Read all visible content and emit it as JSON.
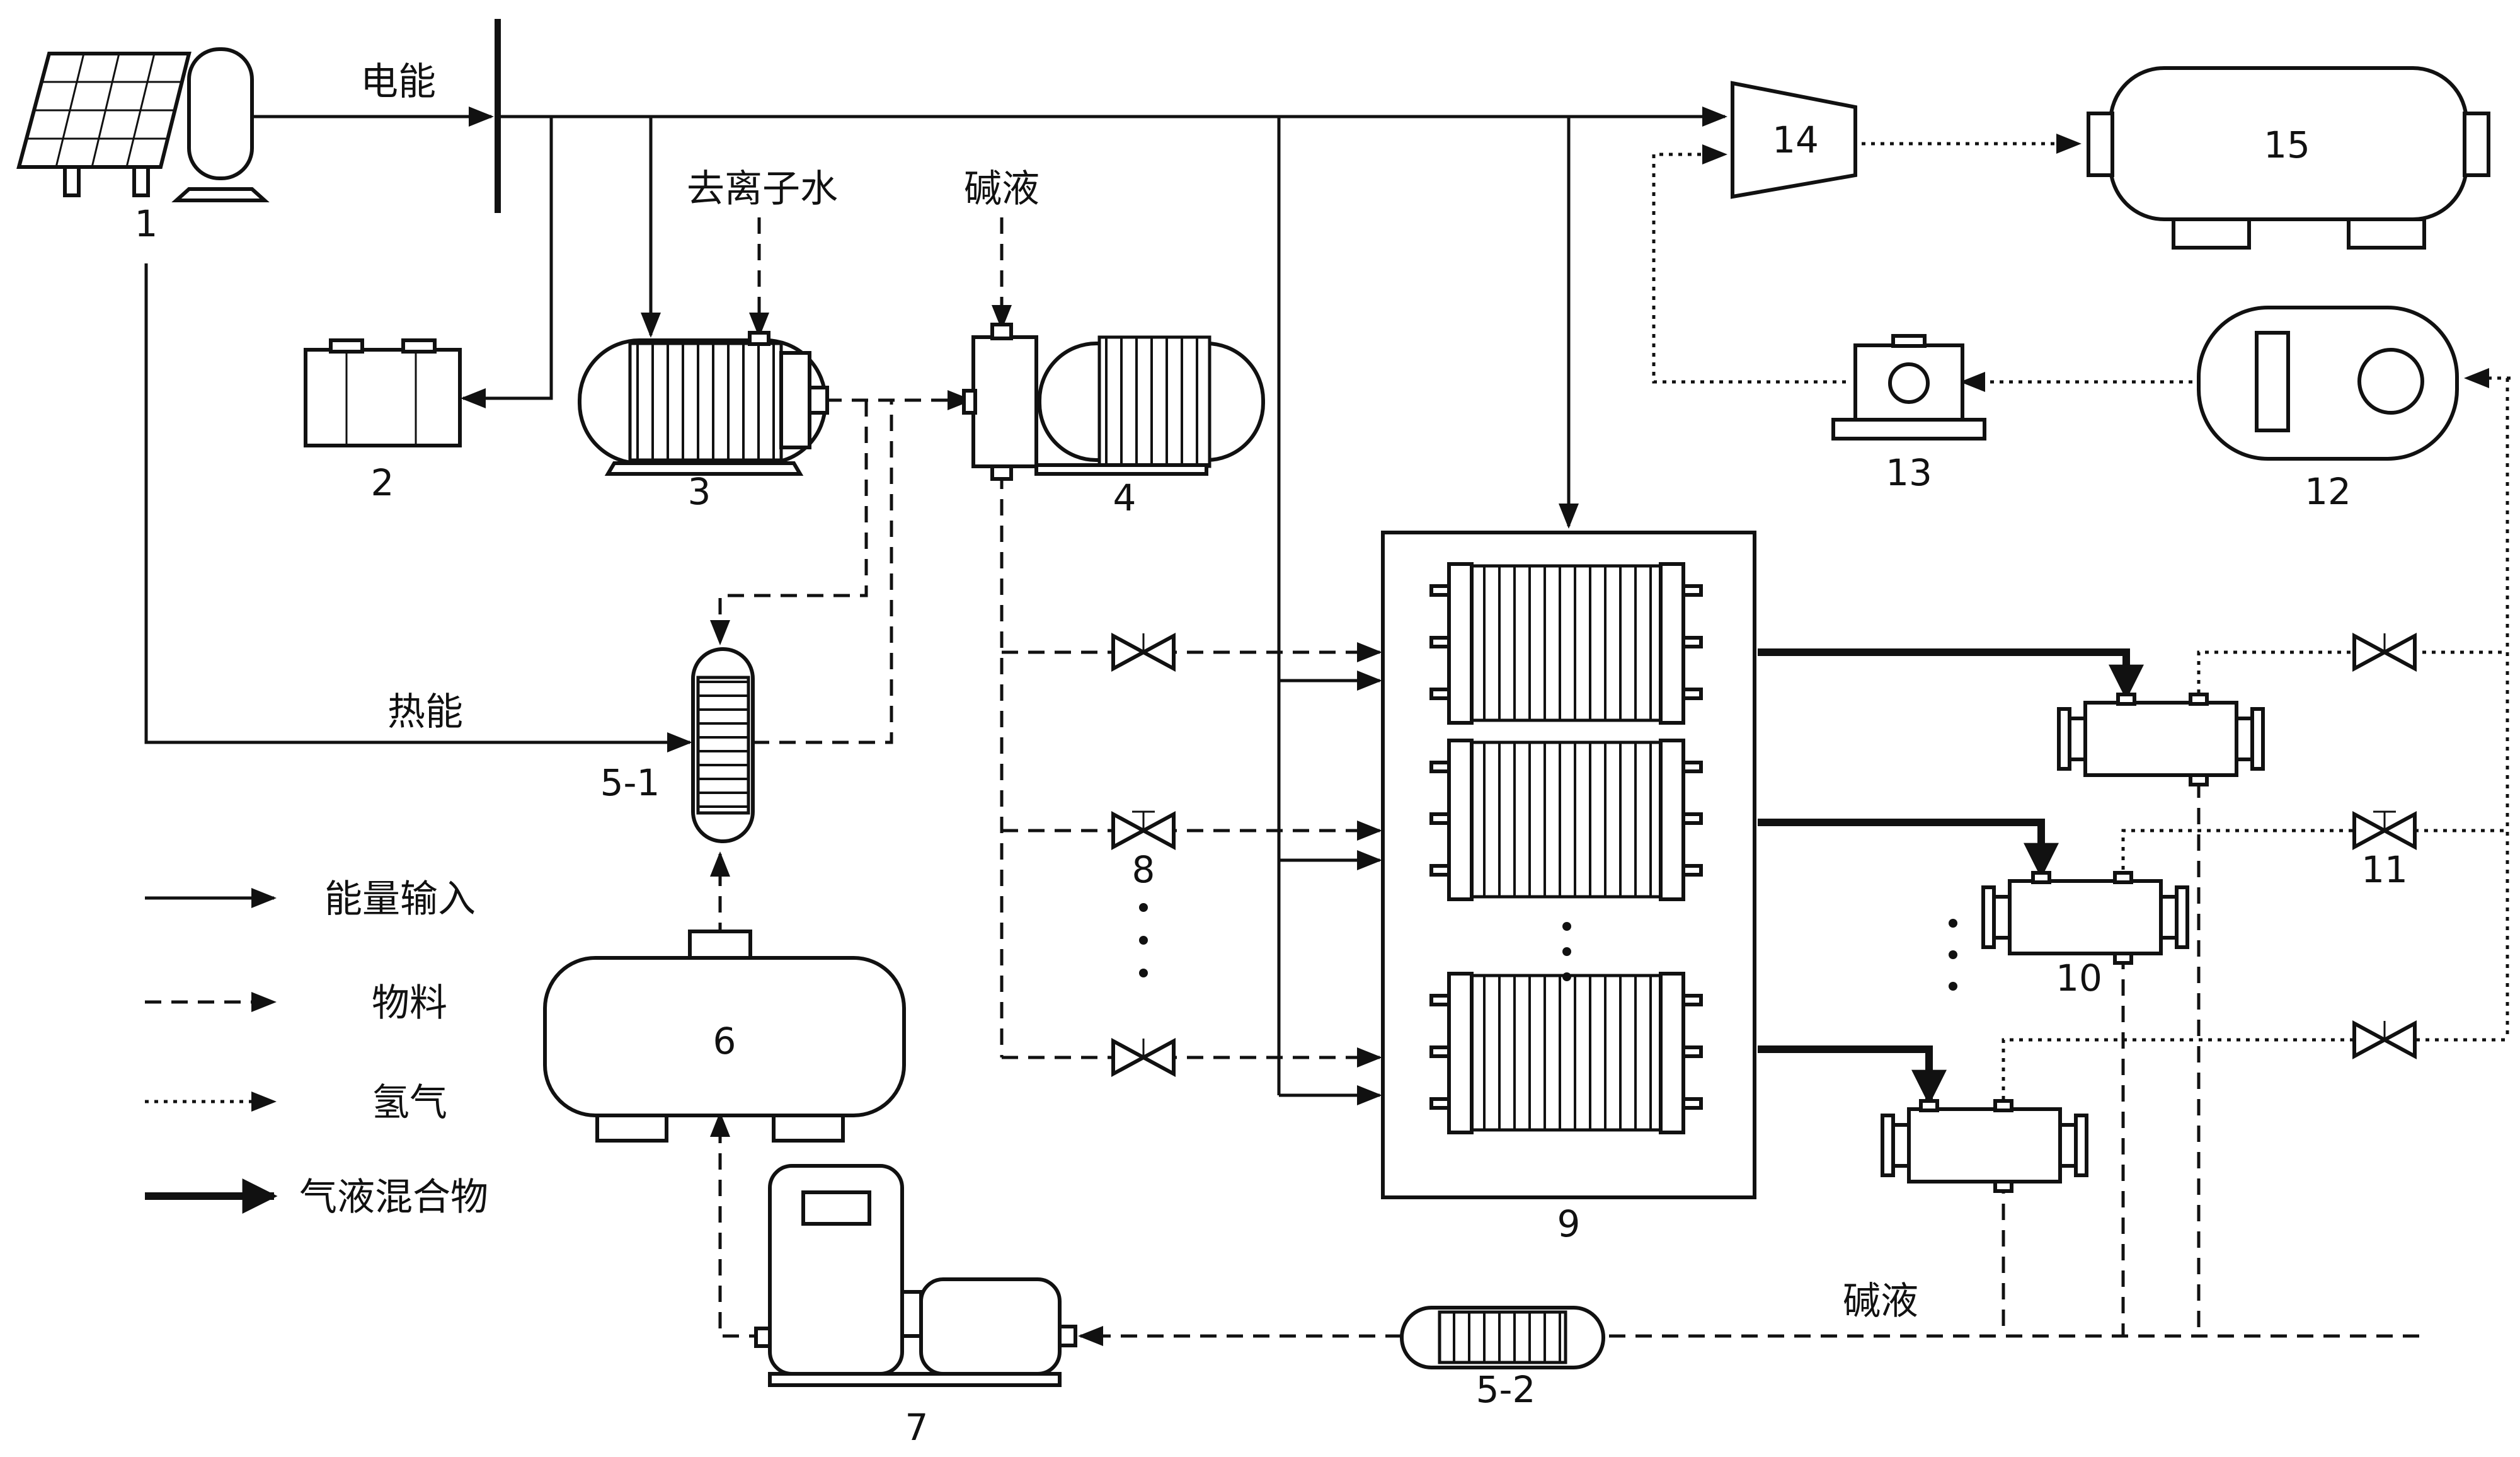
{
  "labels": {
    "electric_energy": "电能",
    "thermal_energy": "热能",
    "deionized_water": "去离子水",
    "alkali_in": "碱液",
    "alkali_return": "碱液"
  },
  "numbers": {
    "n1": "1",
    "n2": "2",
    "n3": "3",
    "n4": "4",
    "n5_1": "5-1",
    "n5_2": "5-2",
    "n6": "6",
    "n7": "7",
    "n8": "8",
    "n9": "9",
    "n10": "10",
    "n11": "11",
    "n12": "12",
    "n13": "13",
    "n14": "14",
    "n15": "15"
  },
  "legend": {
    "energy_input": "能量输入",
    "material": "物料",
    "hydrogen": "氢气",
    "gas_liquid_mixture": "气液混合物"
  }
}
